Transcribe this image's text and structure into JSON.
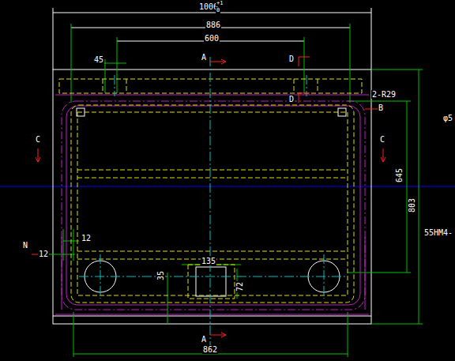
{
  "diagram": {
    "labels": [
      "1006",
      "+1",
      "0",
      "886",
      "600",
      "45",
      "A",
      "D",
      "D",
      "2-R29",
      "B",
      "C",
      "C",
      "645",
      "803",
      "φ5",
      "55HM4-",
      "N",
      "12",
      "12",
      "135",
      "72",
      "35",
      "A",
      "862"
    ]
  }
}
